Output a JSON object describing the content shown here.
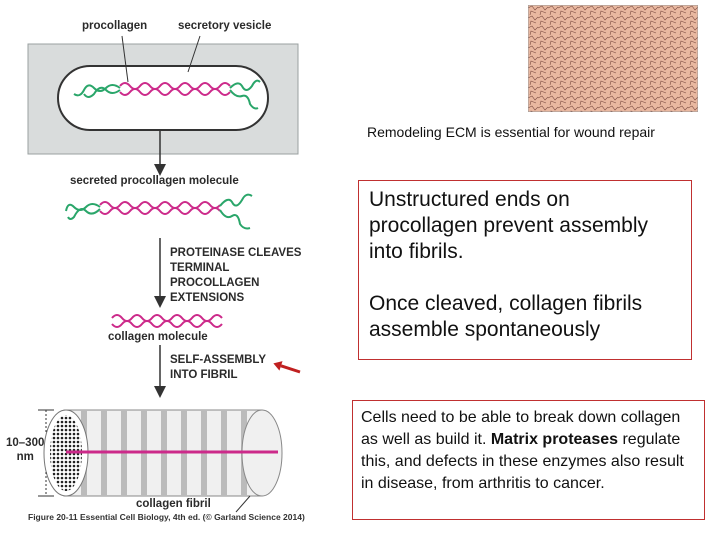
{
  "diagram": {
    "label_procollagen": "procollagen",
    "label_secretory_vesicle": "secretory vesicle",
    "label_secreted": "secreted procollagen molecule",
    "step_cleave": [
      "PROTEINASE CLEAVES",
      "TERMINAL",
      "PROCOLLAGEN",
      "EXTENSIONS"
    ],
    "label_collagen_molecule": "collagen molecule",
    "step_assembly": [
      "SELF-ASSEMBLY",
      "INTO FIBRIL"
    ],
    "label_diameter": [
      "10–300",
      "nm"
    ],
    "label_fibril": "collagen fibril",
    "figure_citation": "Figure 20-11  Essential Cell Biology, 4th ed. (© Garland Science 2014)",
    "colors": {
      "vesicle_fill": "#d9dcdc",
      "helix": "#cc2a8a",
      "ends": "#2aa66a",
      "arrow": "#333333",
      "fibril_fill": "#e8e8e8",
      "pointer": "#c02020"
    }
  },
  "photo": {
    "caption": "Remodeling ECM is essential for wound repair",
    "color": "#e9b8a0"
  },
  "box1": {
    "para1": "Unstructured ends on procollagen prevent assembly into fibrils.",
    "para2": "Once cleaved, collagen fibrils assemble spontaneously"
  },
  "box2": {
    "text1": "Cells need to be able to break down collagen as well as build it.",
    "bold": "Matrix proteases",
    "text2": " regulate this, and defects in these enzymes also result in disease, from arthritis to cancer."
  }
}
